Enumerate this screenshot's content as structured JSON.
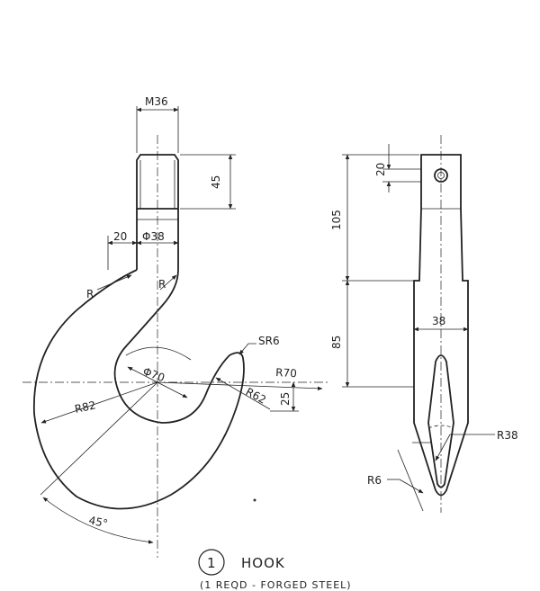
{
  "labels": {
    "m36": "M36",
    "d45": "45",
    "d20_left": "20",
    "phi38": "Φ38",
    "r_left": "R",
    "r_right": "R",
    "sr6": "SR6",
    "phi70": "Φ70",
    "r70": "R70",
    "r82": "R82",
    "r62": "R62",
    "d25": "25",
    "ang45": "45°",
    "d20_side": "20",
    "d105": "105",
    "d85": "85",
    "d38": "38",
    "r38": "R38",
    "r6": "R6"
  },
  "caption": {
    "number": "1",
    "title": "HOOK",
    "subtitle": "(1 REQD - FORGED STEEL)"
  }
}
